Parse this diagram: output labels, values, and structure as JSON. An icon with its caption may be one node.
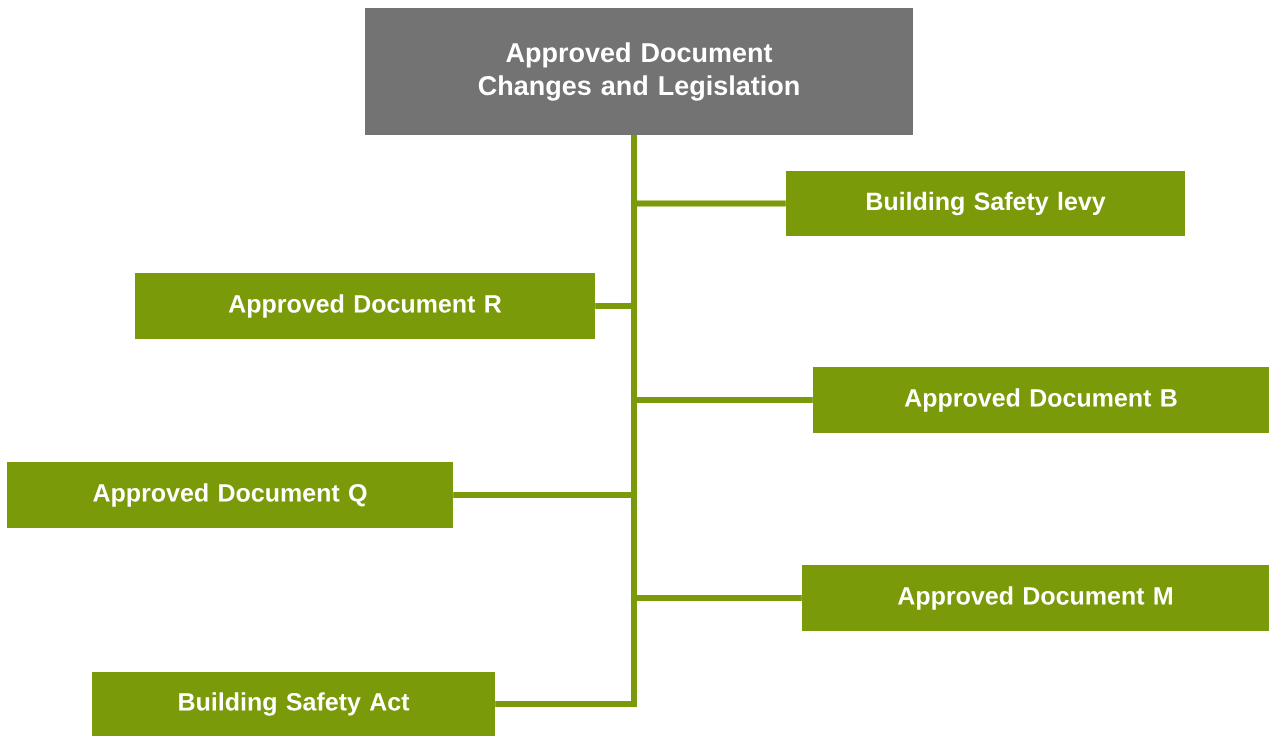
{
  "diagram": {
    "nodes": [
      {
        "text": [
          "Approved Document Changes and Legislation"
        ]
      },
      {
        "text": [
          "Building Safety levy"
        ]
      },
      {
        "text": [
          "Approved Document R"
        ]
      },
      {
        "text": [
          "Approved Document B"
        ]
      },
      {
        "text": [
          "Approved Document Q"
        ]
      },
      {
        "text": [
          "Approved Document M"
        ]
      },
      {
        "text": [
          "Building Safety Act"
        ]
      }
    ],
    "edges": [
      {
        "from": 0,
        "to": 1,
        "arrow": "none"
      },
      {
        "from": 0,
        "to": 2,
        "arrow": "none"
      },
      {
        "from": 0,
        "to": 3,
        "arrow": "none"
      },
      {
        "from": 0,
        "to": 4,
        "arrow": "none"
      },
      {
        "from": 0,
        "to": 5,
        "arrow": "none"
      },
      {
        "from": 0,
        "to": 6,
        "arrow": "none"
      }
    ]
  }
}
